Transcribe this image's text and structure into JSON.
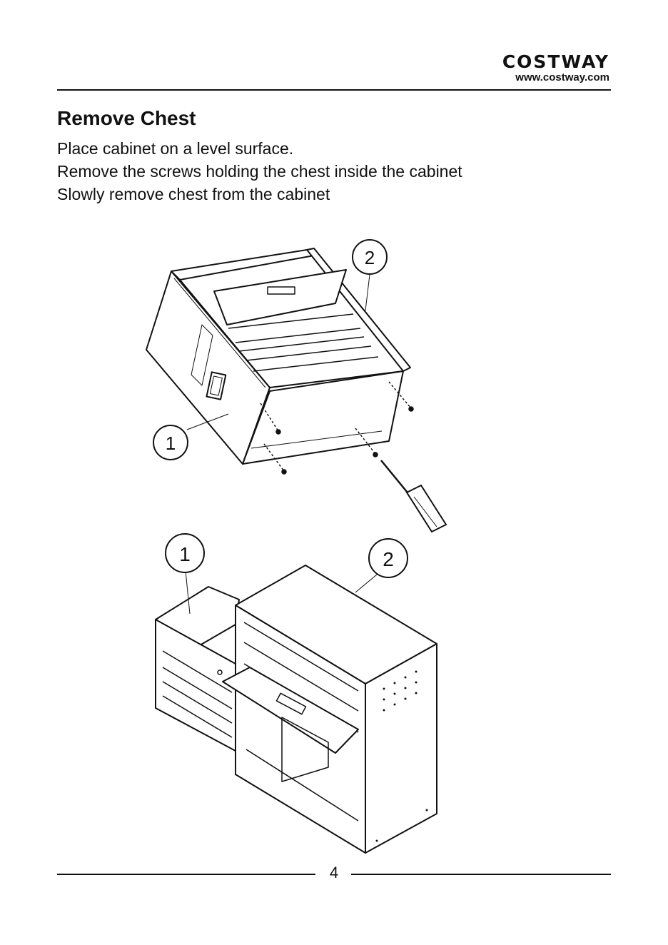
{
  "header": {
    "brand_name": "COSTWAY",
    "brand_url": "www.costway.com"
  },
  "section": {
    "title": "Remove Chest",
    "steps": [
      "Place cabinet on a level surface.",
      "Remove the screws holding the chest inside the cabinet",
      "Slowly remove chest from the cabinet"
    ]
  },
  "figure1": {
    "callout_chest": "1",
    "callout_cabinet": "2"
  },
  "figure2": {
    "callout_chest": "1",
    "callout_cabinet": "2"
  },
  "footer": {
    "page_number": "4"
  }
}
